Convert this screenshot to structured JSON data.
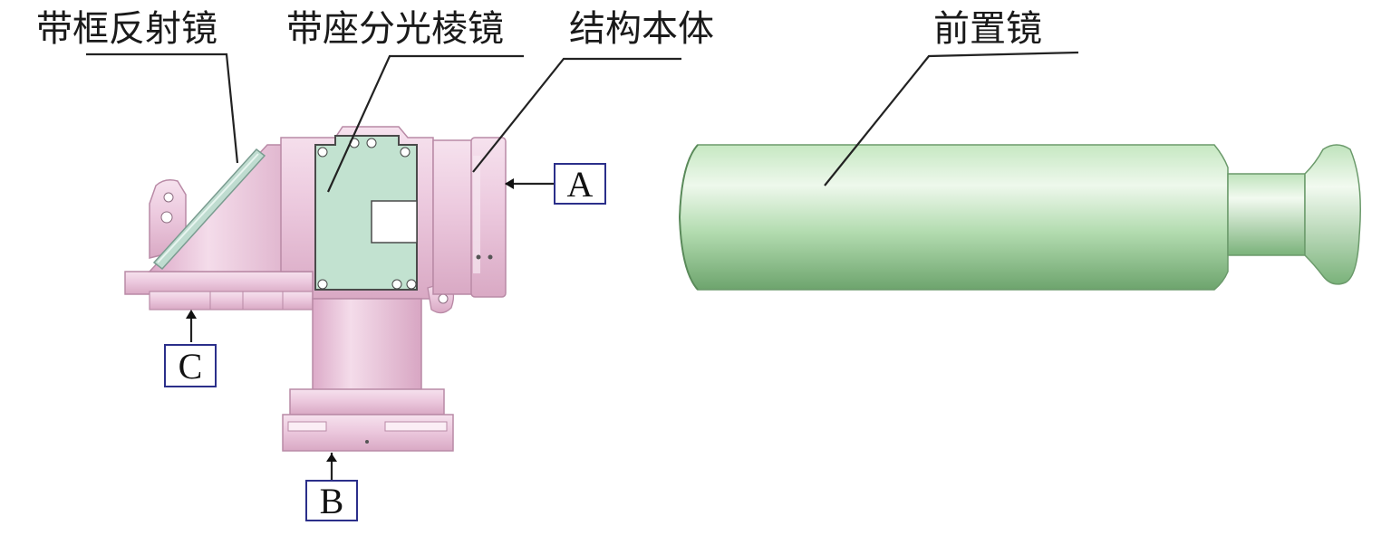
{
  "labels": {
    "framed_mirror": "带框反射镜",
    "seated_prism": "带座分光棱镜",
    "structure_body": "结构本体",
    "front_lens": "前置镜"
  },
  "ports": {
    "a": "A",
    "b": "B",
    "c": "C"
  },
  "colors": {
    "housing": "#ebc9de",
    "prism_plate": "#c2e2d0",
    "front_lens": "#a8d8a8",
    "leader_line": "#222222",
    "port_border": "#2b2f8a"
  }
}
